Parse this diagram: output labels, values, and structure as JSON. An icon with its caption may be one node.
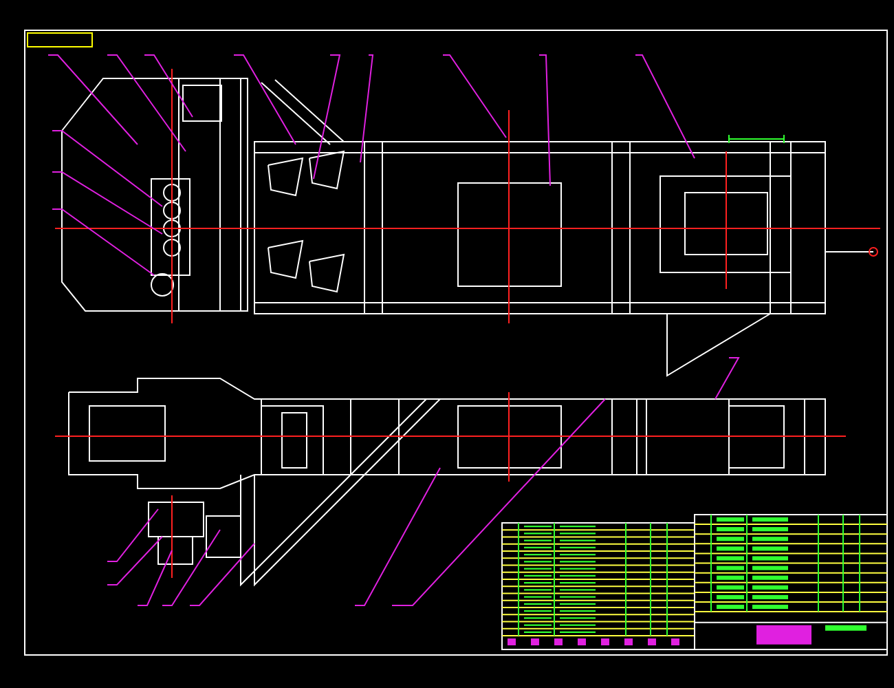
{
  "diagram": {
    "nodes": [
      {
        "text": [],
        "shape": "picture"
      },
      {
        "text": [],
        "shape": "picture"
      },
      {
        "text": [],
        "shape": "box"
      },
      {
        "text": [],
        "shape": "box"
      }
    ]
  }
}
